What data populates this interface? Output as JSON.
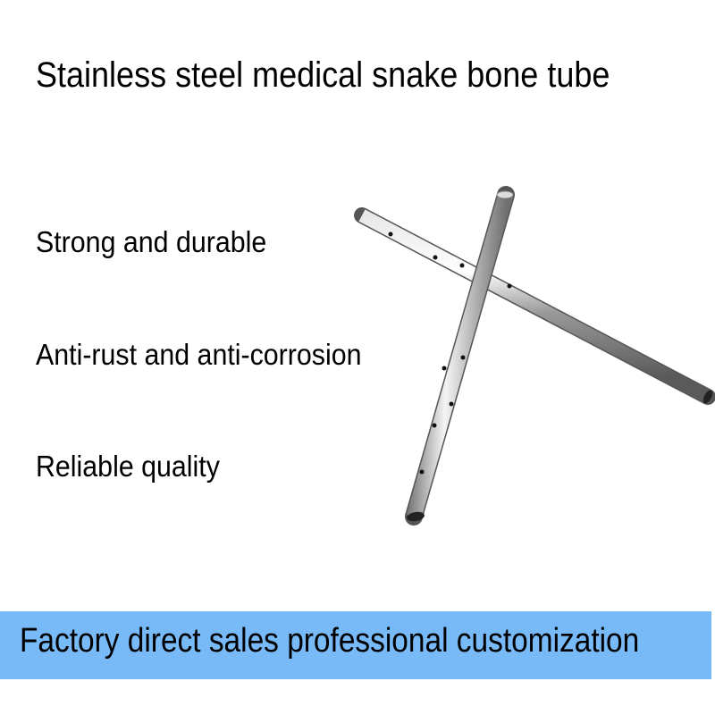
{
  "title": "Stainless steel medical snake bone tube",
  "features": [
    "Strong and durable",
    "Anti-rust and anti-corrosion",
    "Reliable quality"
  ],
  "banner": {
    "text": "Factory direct sales professional customization",
    "color": "#78b9f8"
  }
}
